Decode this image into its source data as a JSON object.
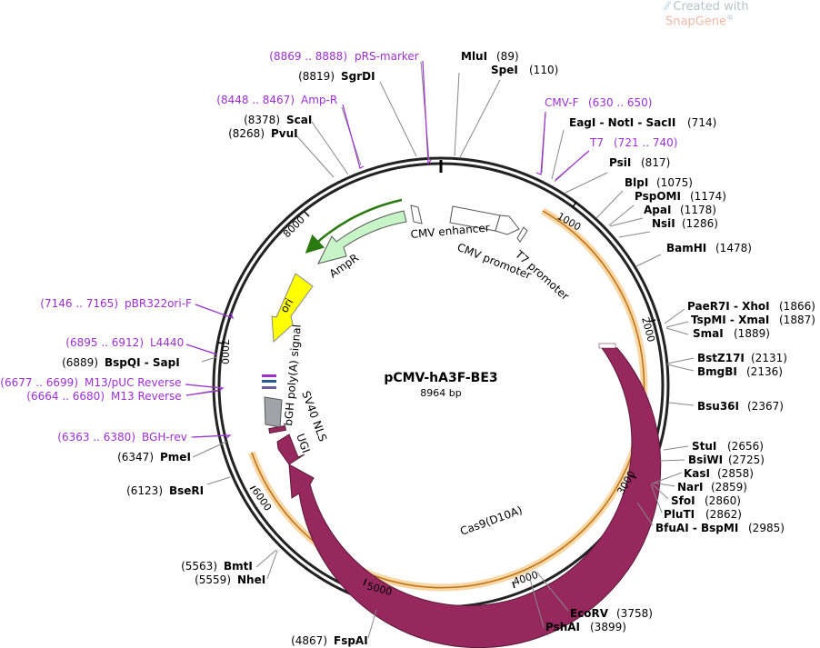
{
  "watermark": {
    "prefix": "Created with ",
    "brand": "SnapGene",
    "reg": "®"
  },
  "plasmid": {
    "name": "pCMV-hA3F-BE3",
    "length": "8964 bp"
  },
  "ticks": [
    "1000",
    "2000",
    "3000",
    "4000",
    "5000",
    "6000",
    "7000",
    "8000"
  ],
  "features": [
    {
      "label": "CMV enhancer"
    },
    {
      "label": "CMV promoter"
    },
    {
      "label": "T7 promoter"
    },
    {
      "label": "AmpR"
    },
    {
      "label": "ori"
    },
    {
      "label": "bGH poly(A) signal"
    },
    {
      "label": "SV40 NLS"
    },
    {
      "label": "UGI"
    },
    {
      "label": "Cas9(D10A)"
    }
  ],
  "right_labels": [
    {
      "name": "MluI",
      "pos": "(89)"
    },
    {
      "name": "SpeI",
      "pos": "(110)"
    },
    {
      "primer": "CMV-F",
      "pos": "(630 .. 650)"
    },
    {
      "name": "EagI - NotI - SacII",
      "pos": "(714)"
    },
    {
      "primer": "T7",
      "pos": "(721 .. 740)"
    },
    {
      "name": "PsiI",
      "pos": "(817)"
    },
    {
      "name": "BlpI",
      "pos": "(1075)"
    },
    {
      "name": "PspOMI",
      "pos": "(1174)"
    },
    {
      "name": "ApaI",
      "pos": "(1178)"
    },
    {
      "name": "NsiI",
      "pos": "(1286)"
    },
    {
      "name": "BamHI",
      "pos": "(1478)"
    },
    {
      "name": "PaeR7I - XhoI",
      "pos": "(1866)"
    },
    {
      "name": "TspMI - XmaI",
      "pos": "(1887)"
    },
    {
      "name": "SmaI",
      "pos": "(1889)"
    },
    {
      "name": "BstZ17I",
      "pos": "(2131)"
    },
    {
      "name": "BmgBI",
      "pos": "(2136)"
    },
    {
      "name": "Bsu36I",
      "pos": "(2367)"
    },
    {
      "name": "StuI",
      "pos": "(2656)"
    },
    {
      "name": "BsiWI",
      "pos": "(2725)"
    },
    {
      "name": "KasI",
      "pos": "(2858)"
    },
    {
      "name": "NarI",
      "pos": "(2859)"
    },
    {
      "name": "SfoI",
      "pos": "(2860)"
    },
    {
      "name": "PluTI",
      "pos": "(2862)"
    },
    {
      "name": "BfuAI - BspMI",
      "pos": "(2985)"
    },
    {
      "name": "EcoRV",
      "pos": "(3758)"
    },
    {
      "name": "PshAI",
      "pos": "(3899)"
    }
  ],
  "left_labels": [
    {
      "primer": "pRS-marker",
      "pos": "(8869 .. 8888)"
    },
    {
      "name": "SgrDI",
      "pos": "(8819)"
    },
    {
      "primer": "Amp-R",
      "pos": "(8448 .. 8467)"
    },
    {
      "name": "ScaI",
      "pos": "(8378)"
    },
    {
      "name": "PvuI",
      "pos": "(8268)"
    },
    {
      "primer": "pBR322ori-F",
      "pos": "(7146 .. 7165)"
    },
    {
      "primer": "L4440",
      "pos": "(6895 .. 6912)"
    },
    {
      "name": "BspQI - SapI",
      "pos": "(6889)"
    },
    {
      "primer": "M13/pUC Reverse",
      "pos": "(6677 .. 6699)"
    },
    {
      "primer": "M13 Reverse",
      "pos": "(6664 .. 6680)"
    },
    {
      "primer": "BGH-rev",
      "pos": "(6363 .. 6380)"
    },
    {
      "name": "PmeI",
      "pos": "(6347)"
    },
    {
      "name": "BseRI",
      "pos": "(6123)"
    },
    {
      "name": "BmtI",
      "pos": "(5563)"
    },
    {
      "name": "NheI",
      "pos": "(5559)"
    },
    {
      "name": "FspAI",
      "pos": "(4867)"
    }
  ],
  "colors": {
    "primer": "#9b30d0",
    "cas9": "#96285e",
    "orange": "#f0a030",
    "ampr": "#c8f5c8",
    "ori": "#ffff00"
  }
}
